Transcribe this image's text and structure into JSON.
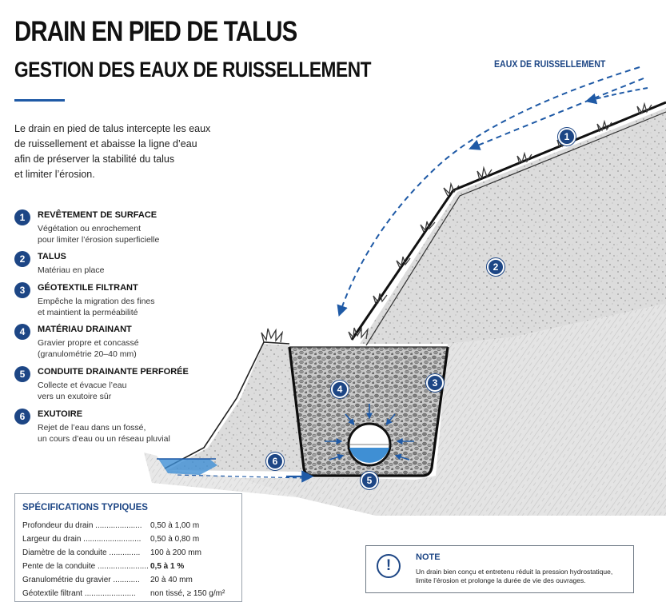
{
  "header": {
    "title": "DRAIN EN PIED DE TALUS",
    "subtitle": "GESTION DES EAUX DE RUISSELLEMENT"
  },
  "intro_lines": [
    "Le drain en pied de talus intercepte les eaux",
    "de ruissellement et abaisse la ligne d’eau",
    "afin de préserver la stabilité du talus",
    "et limiter l’érosion."
  ],
  "legend": [
    {
      "num": "1",
      "title": "REVÊTEMENT DE SURFACE",
      "desc": [
        "Végétation ou enrochement",
        "pour limiter l’érosion superficielle"
      ]
    },
    {
      "num": "2",
      "title": "TALUS",
      "desc": [
        "Matériau en place"
      ]
    },
    {
      "num": "3",
      "title": "GÉOTEXTILE FILTRANT",
      "desc": [
        "Empêche la migration des fines",
        "et maintient la perméabilité"
      ]
    },
    {
      "num": "4",
      "title": "MATÉRIAU DRAINANT",
      "desc": [
        "Gravier propre et concassé",
        "(granulométrie 20–40 mm)"
      ]
    },
    {
      "num": "5",
      "title": "CONDUITE DRAINANTE PERFORÉE",
      "desc": [
        "Collecte et évacue l’eau",
        "vers un exutoire sûr"
      ]
    },
    {
      "num": "6",
      "title": "EXUTOIRE",
      "desc": [
        "Rejet de l’eau dans un fossé,",
        "un cours d’eau ou un réseau pluvial"
      ]
    }
  ],
  "specs": {
    "title": "SPÉCIFICATIONS TYPIQUES",
    "rows": [
      {
        "label": "Profondeur du drain .....................",
        "value": "0,50 à 1,00 m",
        "bold": false
      },
      {
        "label": "Largeur du drain ..........................",
        "value": "0,50 à 0,80 m",
        "bold": false
      },
      {
        "label": "Diamètre de la conduite ..............",
        "value": "100 à 200 mm",
        "bold": false
      },
      {
        "label": "Pente de la conduite .......................",
        "value": "0,5 à 1 %",
        "bold": true
      },
      {
        "label": "Granulométrie du gravier ............",
        "value": "20 à 40 mm",
        "bold": false
      },
      {
        "label": "Géotextile filtrant .......................",
        "value": "non tissé, ≥ 150 g/m²",
        "bold": false
      }
    ]
  },
  "note": {
    "icon": "exclamation-icon",
    "glyph": "!",
    "title": "NOTE",
    "lines": [
      "Un drain bien conçu et entretenu réduit la pression hydrostatique,",
      "limite l’érosion et prolonge la durée de vie des ouvrages."
    ]
  },
  "diagram": {
    "runoff_label": "EAUX DE RUISSELLEMENT",
    "badges": [
      "1",
      "2",
      "3",
      "4",
      "5",
      "6"
    ]
  },
  "colors": {
    "navy": "#1d4685",
    "blue": "#1f5aa6",
    "water": "#3f8fd4",
    "soil": "#d9d9d9",
    "gravel": "#8a8a8a"
  }
}
